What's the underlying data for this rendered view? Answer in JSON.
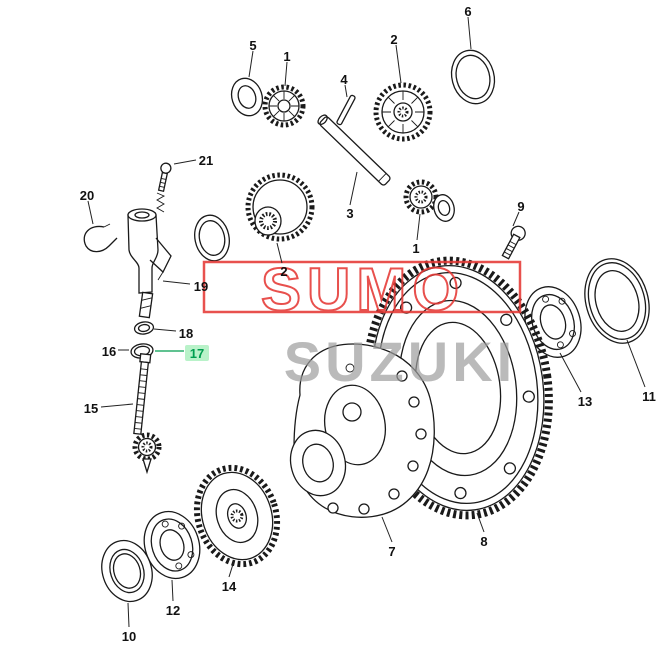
{
  "watermark": {
    "line1": "SUMO",
    "line2": "SUZUKI",
    "accent_red": "#e53935",
    "gray": "#9e9e9e"
  },
  "highlight": {
    "part": "17",
    "text_color": "#009e4f",
    "bg_color": "#b9f2c9"
  },
  "labels": {
    "l5": "5",
    "l1a": "1",
    "l4": "4",
    "l2a": "2",
    "l6": "6",
    "l21": "21",
    "l20": "20",
    "l19": "19",
    "l2b": "2",
    "l3": "3",
    "l1b": "1",
    "l9": "9",
    "l13": "13",
    "l11": "11",
    "l18": "18",
    "l16": "16",
    "l17": "17",
    "l15": "15",
    "l8": "8",
    "l7": "7",
    "l14": "14",
    "l12": "12",
    "l10": "10"
  }
}
